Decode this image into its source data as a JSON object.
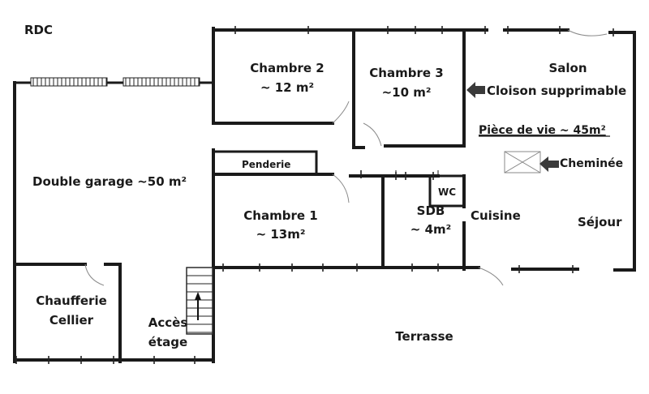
{
  "plan": {
    "level": "RDC",
    "rooms": {
      "chambre2": {
        "name": "Chambre 2",
        "area": "~ 12 m²"
      },
      "chambre3": {
        "name": "Chambre 3",
        "area": "~10 m²"
      },
      "salon": {
        "name": "Salon"
      },
      "garage": {
        "name": "Double garage ~50 m²"
      },
      "penderie": {
        "name": "Penderie"
      },
      "chambre1": {
        "name": "Chambre 1",
        "area": "~ 13m²"
      },
      "wc": {
        "name": "WC"
      },
      "sdb": {
        "name": "SDB",
        "area": "~ 4m²"
      },
      "cuisine": {
        "name": "Cuisine"
      },
      "sejour": {
        "name": "Séjour"
      },
      "chaufferie": {
        "name": "Chaufferie",
        "name2": "Cellier"
      },
      "acces": {
        "line1": "Accès",
        "line2": "étage"
      },
      "terrasse": {
        "name": "Terrasse"
      }
    },
    "annotations": {
      "cloison": "Cloison supprimable",
      "piece_de_vie": "Pièce de vie ~ 45m²",
      "cheminee": "Cheminée"
    },
    "icons": {
      "arrow_cloison": "arrow-left-icon",
      "arrow_cheminee": "arrow-left-icon",
      "fireplace": "fireplace-icon",
      "stairs": "stairs-icon"
    }
  }
}
